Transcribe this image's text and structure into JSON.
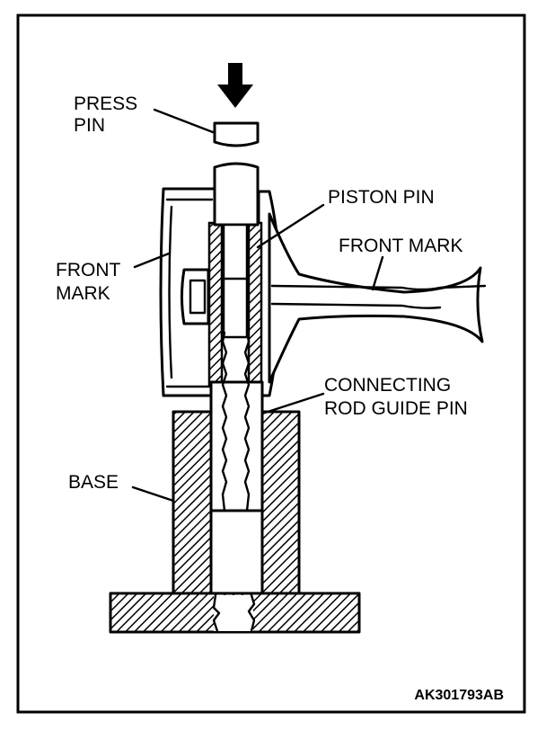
{
  "labels": {
    "press_pin": [
      "PRESS",
      "PIN"
    ],
    "piston_pin": "PISTON PIN",
    "front_mark_right": "FRONT MARK",
    "front_mark_left": [
      "FRONT",
      "MARK"
    ],
    "connecting_rod_guide_pin": [
      "CONNECTING",
      "ROD GUIDE PIN"
    ],
    "base": "BASE"
  },
  "figure_code": "AK301793AB",
  "colors": {
    "ink": "#000000",
    "paper": "#ffffff"
  }
}
